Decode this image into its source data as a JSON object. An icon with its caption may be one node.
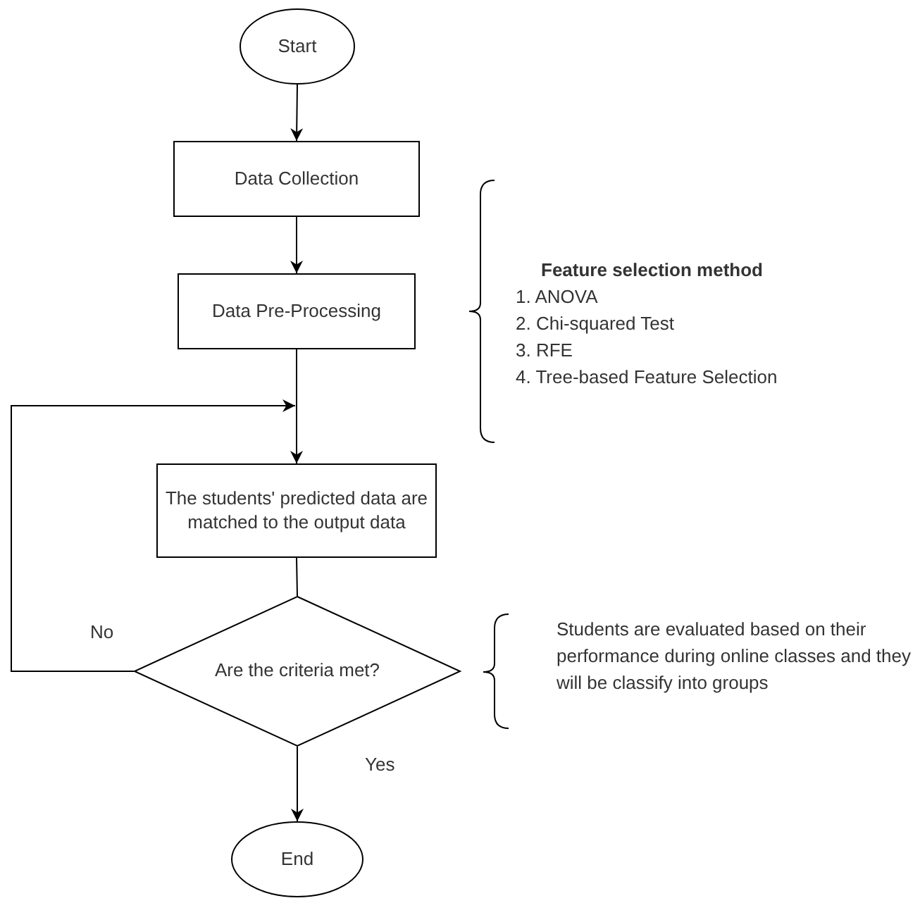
{
  "diagram": {
    "nodes": [
      {
        "text": [
          "Start"
        ]
      },
      {
        "text": [
          "Data Collection"
        ]
      },
      {
        "text": [
          "Data Pre-Processing"
        ]
      },
      {
        "text": [
          "The students' predicted data are matched to the output data"
        ]
      },
      {
        "text": [
          "Are the criteria met?"
        ]
      },
      {
        "text": [
          "End"
        ]
      }
    ],
    "edges": [
      {
        "from": 0,
        "to": 1,
        "arrow": "to"
      },
      {
        "from": 1,
        "to": 2,
        "arrow": "to"
      },
      {
        "from": 2,
        "to": 3,
        "arrow": "to"
      },
      {
        "from": 3,
        "to": 4,
        "arrow": "none"
      },
      {
        "from": 4,
        "to": 5,
        "arrow": "to",
        "label": "Yes"
      },
      {
        "from": 4,
        "to": 3,
        "arrow": "to",
        "label": "No"
      }
    ],
    "labels": [
      "Feature selection method",
      "1. ANOVA",
      "2. Chi-squared Test",
      "3. RFE",
      "4. Tree-based Feature Selection",
      "Students are evaluated based on their performance during online classes and they will be classify into groups"
    ]
  }
}
